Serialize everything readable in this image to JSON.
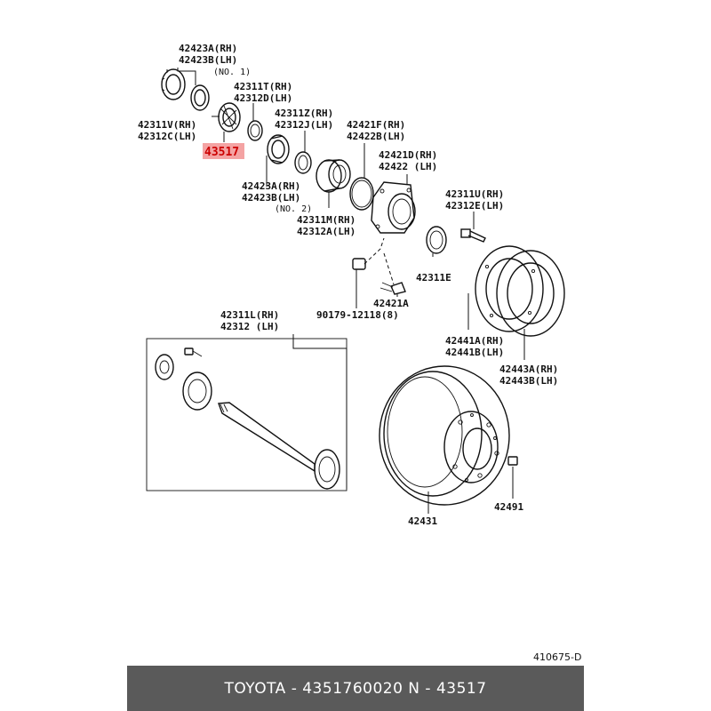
{
  "labels": {
    "l_42423A_top": "42423A(RH)",
    "l_42423B_top": "42423B(LH)",
    "l_no1": "(NO. 1)",
    "l_42311T": "42311T(RH)",
    "l_42312D": "42312D(LH)",
    "l_42311V": "42311V(RH)",
    "l_42312C": "42312C(LH)",
    "l_42311Z": "42311Z(RH)",
    "l_42312J": "42312J(LH)",
    "l_42421F": "42421F(RH)",
    "l_42422B": "42422B(LH)",
    "l_42421D": "42421D(RH)",
    "l_42422": "42422 (LH)",
    "l_42423A_mid": "42423A(RH)",
    "l_42423B_mid": "42423B(LH)",
    "l_no2": "(NO. 2)",
    "l_42311M": "42311M(RH)",
    "l_42312A": "42312A(LH)",
    "l_42311U": "42311U(RH)",
    "l_42312E": "42312E(LH)",
    "l_42311E": "42311E",
    "l_42421A": "42421A",
    "l_90179": "90179-12118(8)",
    "l_42311L": "42311L(RH)",
    "l_42312": "42312 (LH)",
    "l_42441A": "42441A(RH)",
    "l_42441B": "42441B(LH)",
    "l_42443A": "42443A(RH)",
    "l_42443B": "42443B(LH)",
    "l_42431": "42431",
    "l_42491": "42491"
  },
  "highlight": {
    "part_no": "43517",
    "color": "#f4a3a3",
    "text_color": "#cc0000"
  },
  "ref_code": "410675-D",
  "footer": {
    "text": "TOYOTA - 4351760020      N - 43517",
    "bg": "#5a5a5a"
  }
}
